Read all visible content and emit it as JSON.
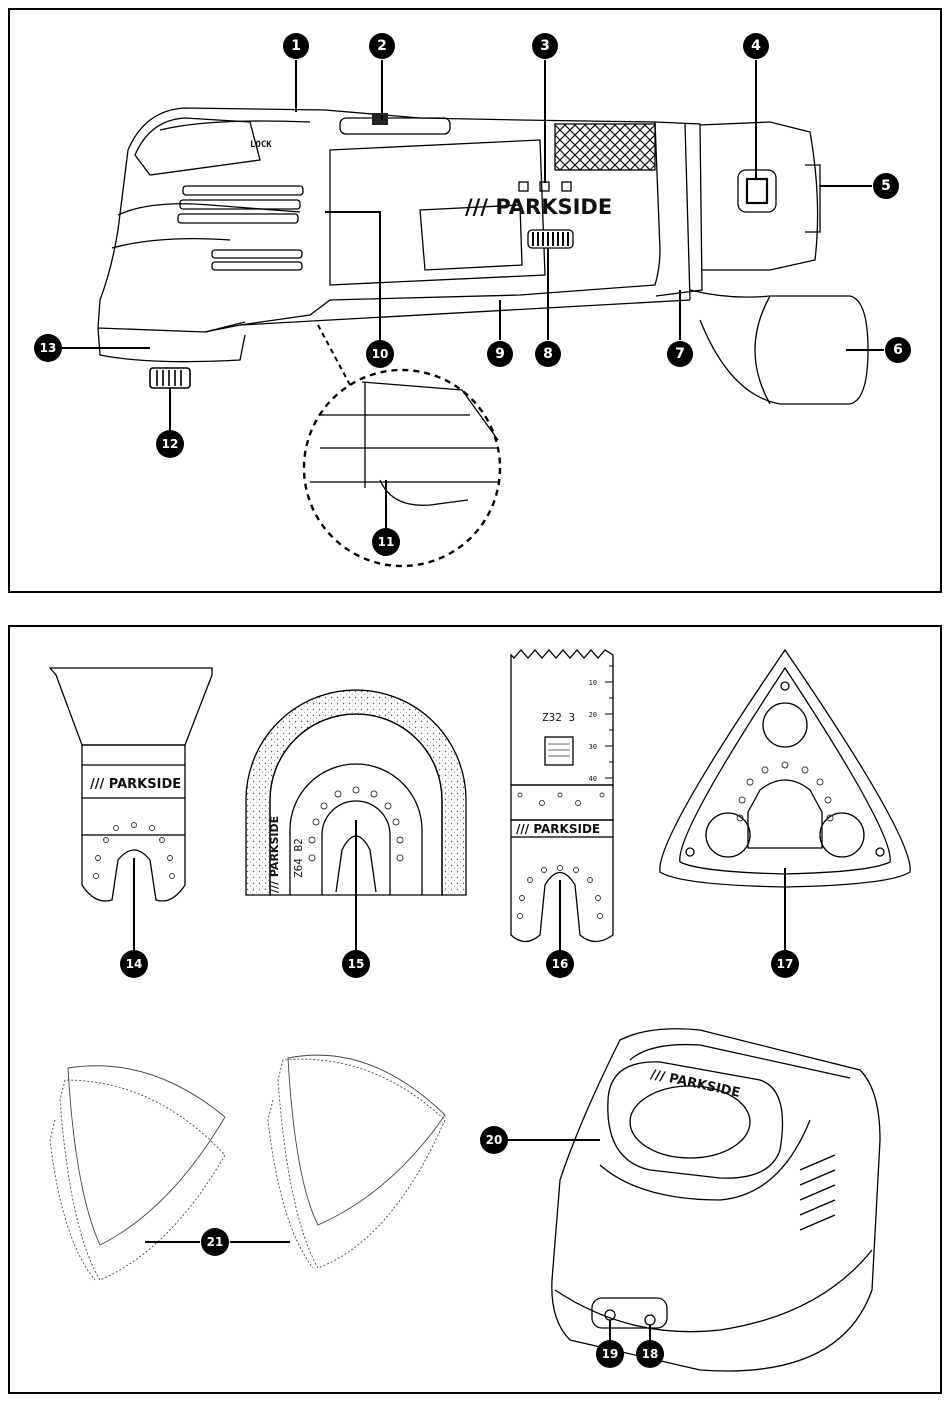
{
  "brand": "/// PARKSIDE",
  "tool_lock_text": "LOCK",
  "callouts": [
    "1",
    "2",
    "3",
    "4",
    "5",
    "6",
    "7",
    "8",
    "9",
    "10",
    "11",
    "12",
    "13",
    "14",
    "15",
    "16",
    "17",
    "18",
    "19",
    "20",
    "21"
  ],
  "blade_15_label": "Z64  B2",
  "blade_16_label": "Z32  3",
  "blade_16_scale": [
    "10",
    "20",
    "30",
    "40"
  ]
}
